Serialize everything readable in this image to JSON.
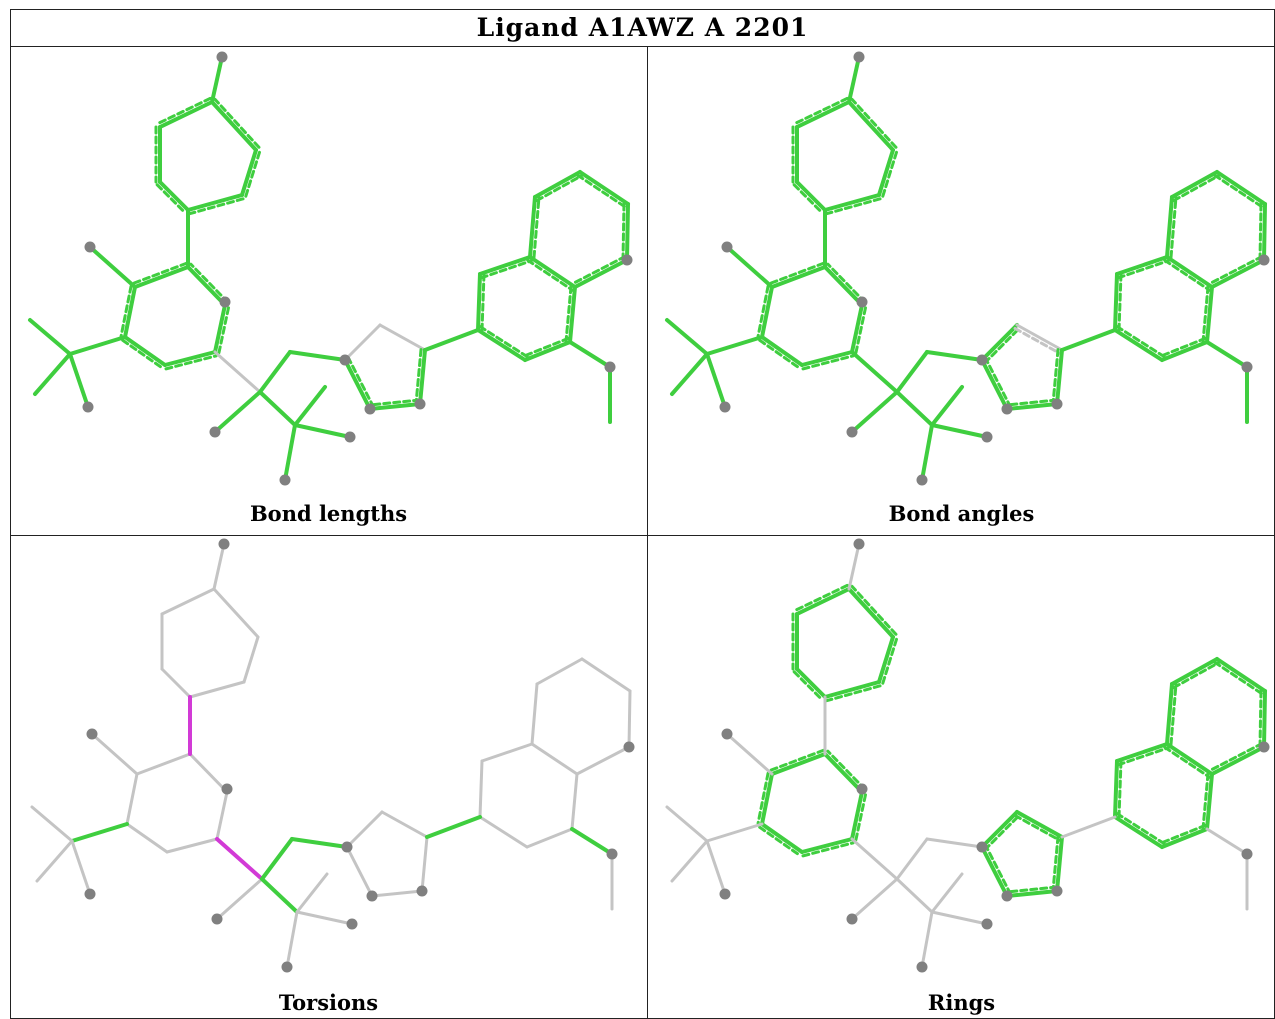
{
  "title": "Ligand A1AWZ A 2201",
  "colors": {
    "ok": "#3fce3f",
    "neutral": "#c4c4c4",
    "outlier": "#d23ad6",
    "atom": "#808080"
  },
  "panels": [
    {
      "caption": "Bond lengths",
      "mode": "lengths"
    },
    {
      "caption": "Bond angles",
      "mode": "angles"
    },
    {
      "caption": "Torsions",
      "mode": "torsions"
    },
    {
      "caption": "Rings",
      "mode": "rings"
    }
  ]
}
